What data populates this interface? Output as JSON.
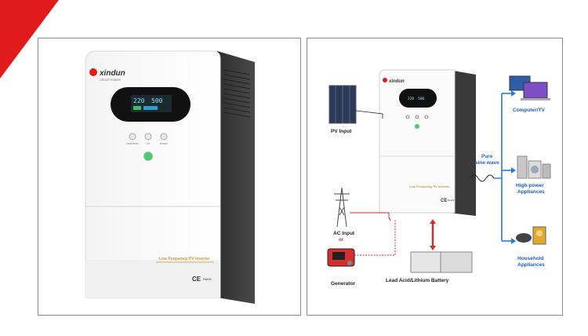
{
  "left": {
    "brand": "xindun",
    "brand_sub": "GROUP POWER",
    "lcd_line1": "220",
    "lcd_line2": "500",
    "buttons": [
      "FUNCTION",
      "UP",
      "DOWN"
    ],
    "product_label": "Low Frequency PV Inverter",
    "cert_marks": [
      "CE",
      "RoHS"
    ]
  },
  "right": {
    "brand": "xindun",
    "lcd_line1": "220",
    "lcd_line2": "500",
    "product_label": "Low Frequency PV Inverter",
    "pv_input": "PV Input",
    "ac_input": "AC Input",
    "or": "or",
    "generator": "Generator",
    "battery": "Lead Acid/Lithium Battery",
    "pure_sine_1": "Pure",
    "pure_sine_2": "sine wave",
    "computer": "Computer/TV",
    "high_power_1": "High-power",
    "high_power_2": "Appliances",
    "household_1": "Household",
    "household_2": "Appliances",
    "cert_marks": [
      "CE",
      "RoHS"
    ]
  },
  "colors": {
    "accent_red": "#e01b1b",
    "arrow_blue": "#2a7ad6",
    "wire_red": "#c9302c",
    "label_blue": "#1f5fbf"
  }
}
